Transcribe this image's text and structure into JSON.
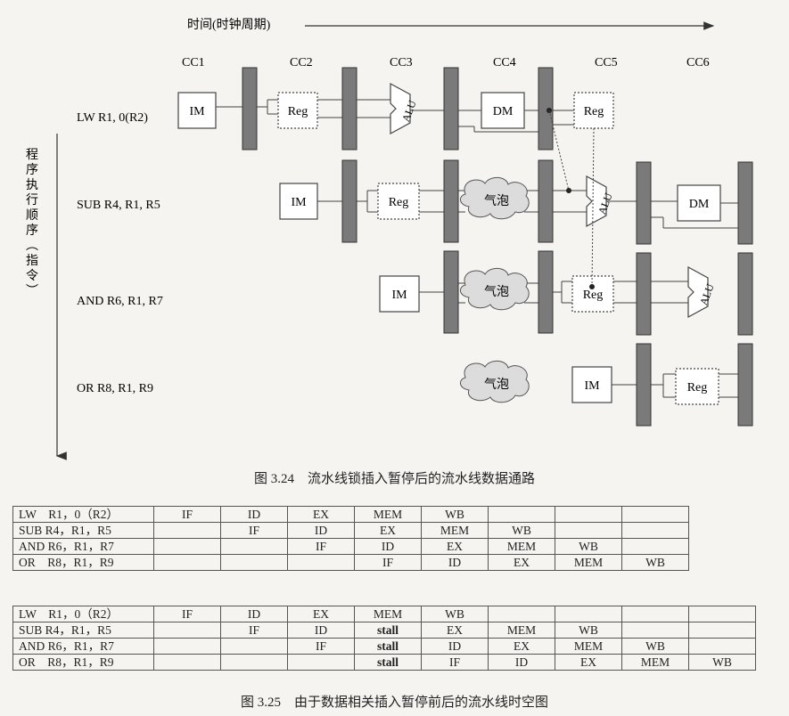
{
  "diagram": {
    "time_label": "时间(时钟周期)",
    "clock_cycles": [
      "CC1",
      "CC2",
      "CC3",
      "CC4",
      "CC5",
      "CC6"
    ],
    "order_label": "程序执行顺序(指令)",
    "instructions": [
      "LW R1, 0(R2)",
      "SUB R4, R1, R5",
      "AND R6, R1, R7",
      "OR R8, R1, R9"
    ],
    "units": {
      "im": "IM",
      "reg": "Reg",
      "alu": "ALU",
      "dm": "DM",
      "bubble": "气泡"
    }
  },
  "caption1": "图 3.24　流水线锁插入暂停后的流水线数据通路",
  "caption2": "图 3.25　由于数据相关插入暂停前后的流水线时空图",
  "table1": [
    [
      "LW　R1，0（R2）",
      "IF",
      "ID",
      "EX",
      "MEM",
      "WB",
      "",
      "",
      ""
    ],
    [
      "SUB R4，R1，R5",
      "",
      "IF",
      "ID",
      "EX",
      "MEM",
      "WB",
      "",
      ""
    ],
    [
      "AND R6，R1，R7",
      "",
      "",
      "IF",
      "ID",
      "EX",
      "MEM",
      "WB",
      ""
    ],
    [
      "OR　R8，R1，R9",
      "",
      "",
      "",
      "IF",
      "ID",
      "EX",
      "MEM",
      "WB"
    ]
  ],
  "table2": [
    [
      "LW　R1，0（R2）",
      "IF",
      "ID",
      "EX",
      "MEM",
      "WB",
      "",
      "",
      "",
      ""
    ],
    [
      "SUB R4，R1，R5",
      "",
      "IF",
      "ID",
      "stall",
      "EX",
      "MEM",
      "WB",
      "",
      ""
    ],
    [
      "AND R6，R1，R7",
      "",
      "",
      "IF",
      "stall",
      "ID",
      "EX",
      "MEM",
      "WB",
      ""
    ],
    [
      "OR　R8，R1，R9",
      "",
      "",
      "",
      "stall",
      "IF",
      "ID",
      "EX",
      "MEM",
      "WB"
    ]
  ],
  "stall_word": "stall"
}
